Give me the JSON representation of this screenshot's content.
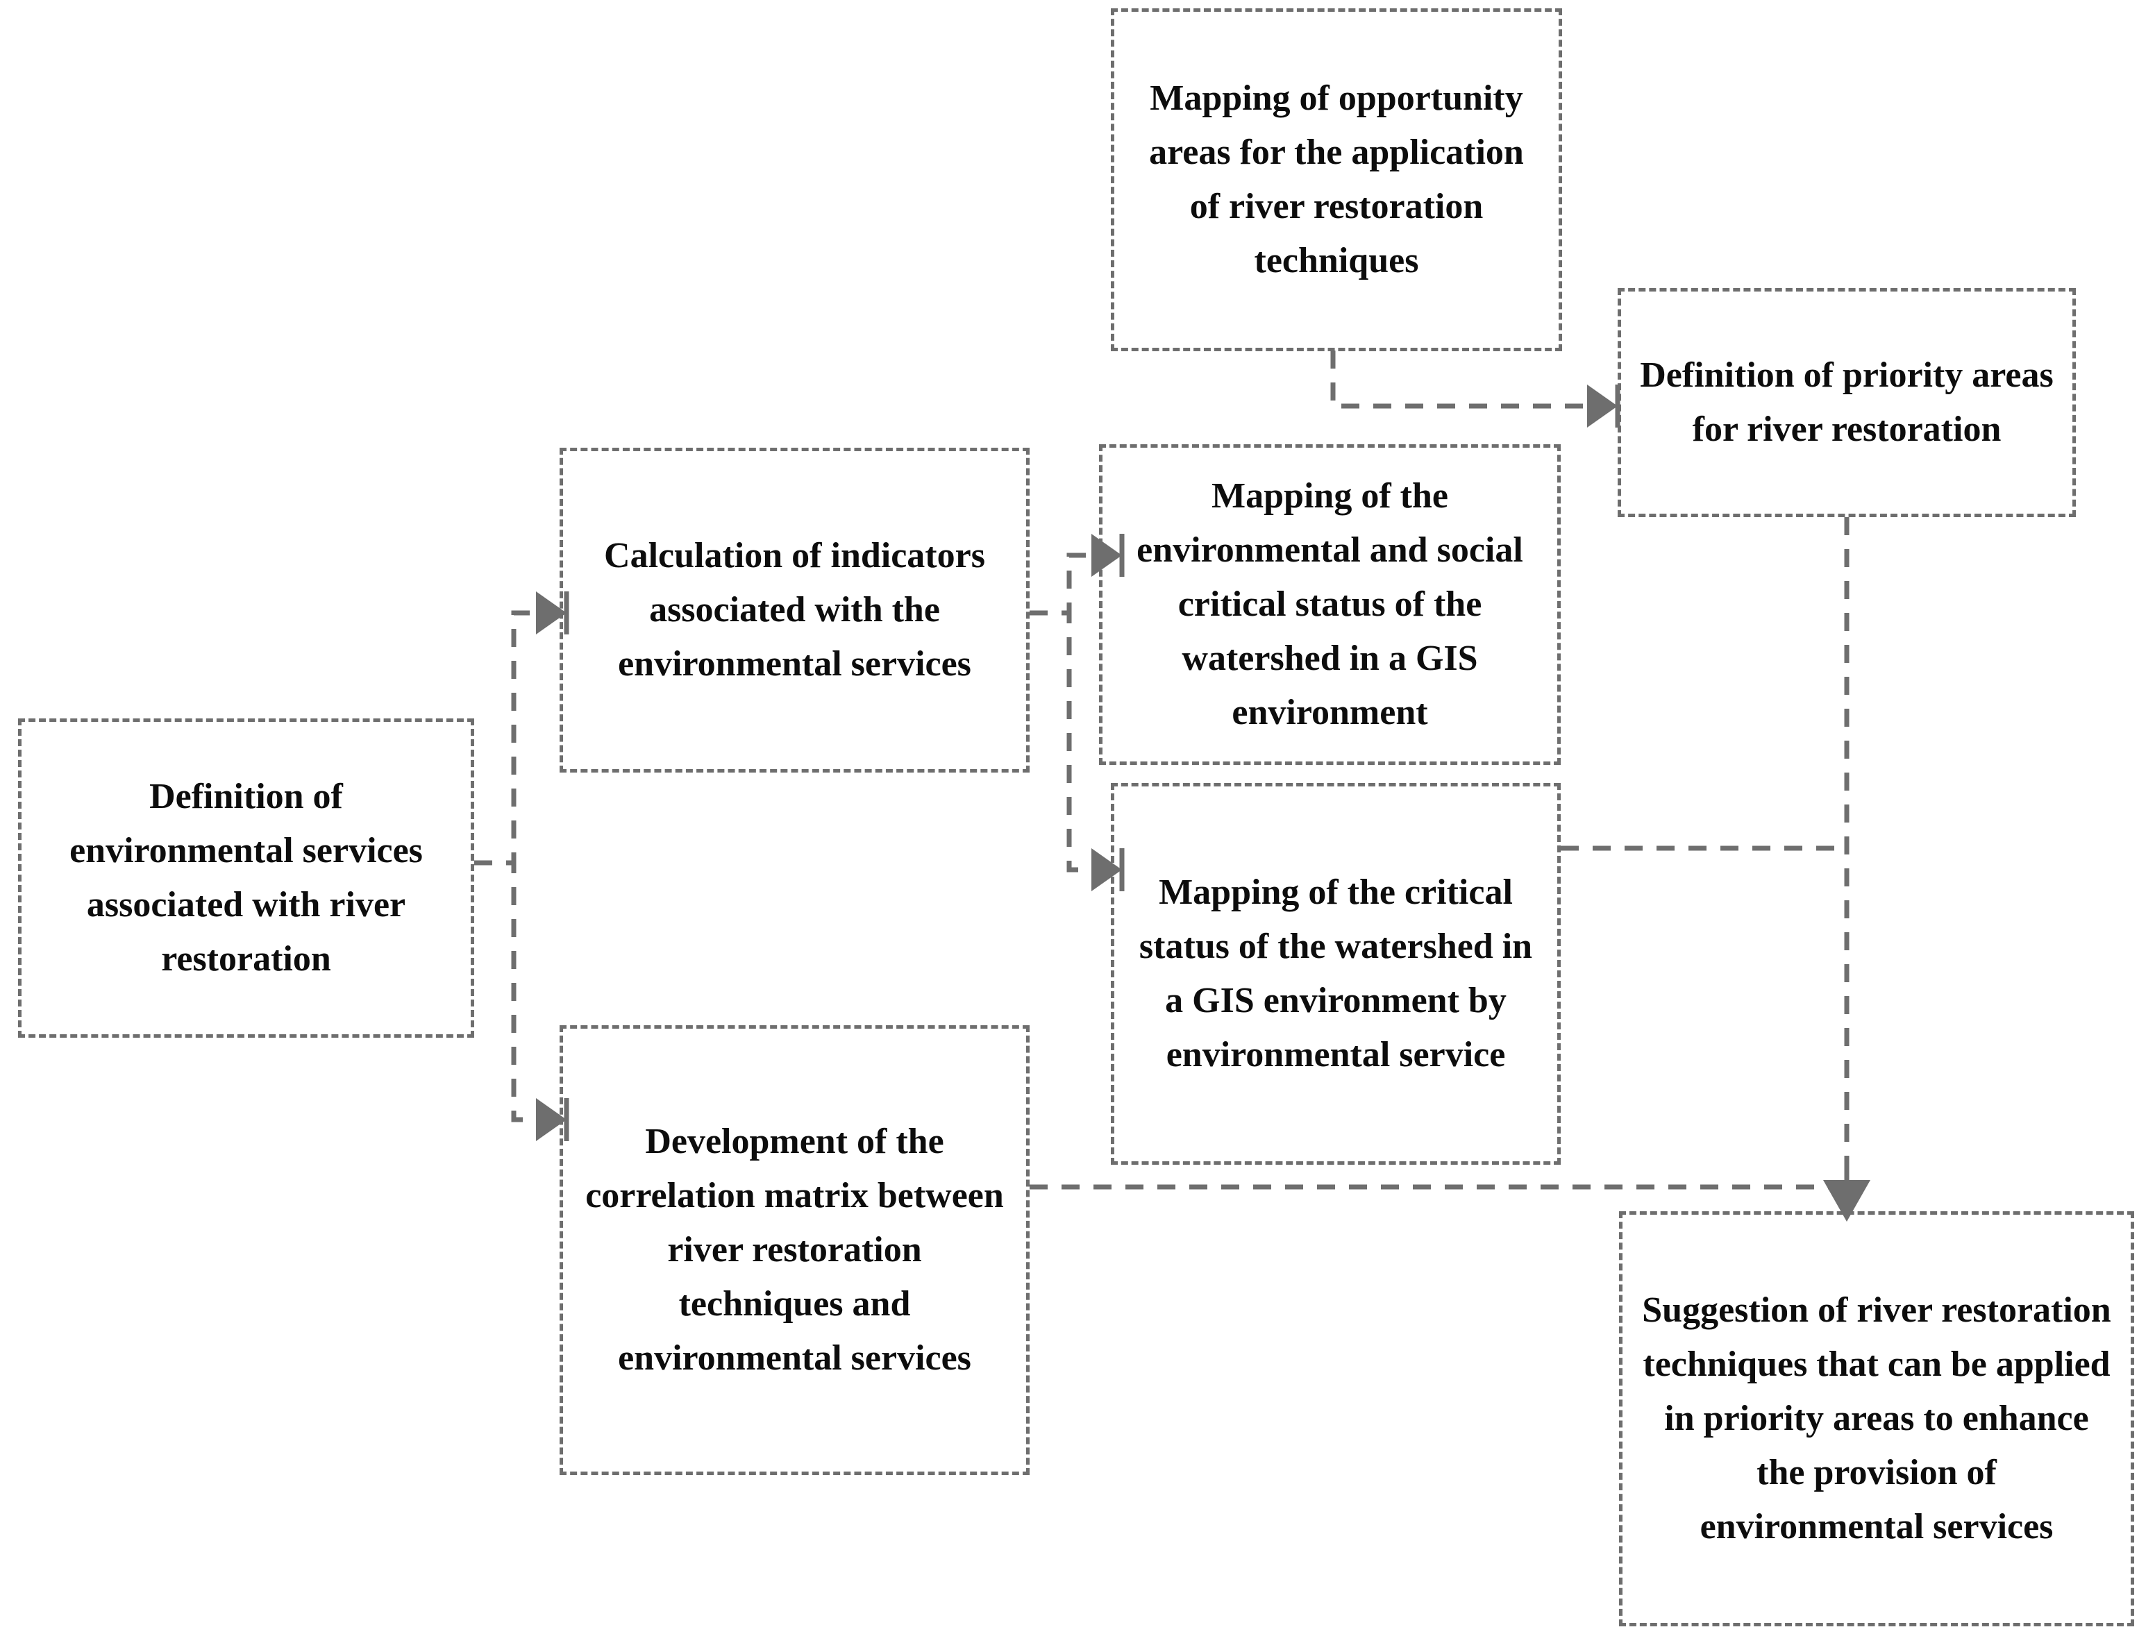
{
  "diagram": {
    "title": "River restoration methodology flowchart",
    "style": {
      "box_border": "#6e6e6e",
      "box_border_style": "dashed",
      "connector_color": "#6e6e6e",
      "connector_style": "dashed",
      "text_color": "#0d0d0d",
      "background": "#ffffff"
    },
    "nodes": [
      {
        "id": "definition-environmental-services",
        "label": "Definition of environmental services associated with river restoration"
      },
      {
        "id": "calculation-indicators",
        "label": "Calculation of indicators associated with the environmental services"
      },
      {
        "id": "development-correlation-matrix",
        "label": "Development of the correlation matrix between river restoration techniques and environmental services"
      },
      {
        "id": "mapping-opportunity-areas",
        "label": "Mapping of opportunity areas for the application of river restoration techniques"
      },
      {
        "id": "mapping-env-social-critical-status",
        "label": "Mapping of the environmental and social critical status of the watershed in a GIS environment"
      },
      {
        "id": "mapping-critical-status-by-service",
        "label": "Mapping of the critical status of the watershed in a GIS environment by environmental service"
      },
      {
        "id": "definition-priority-areas",
        "label": "Definition of priority areas for river restoration"
      },
      {
        "id": "suggestion-restoration-techniques",
        "label": "Suggestion of river restoration techniques that can be applied in priority areas to enhance the provision of environmental services"
      }
    ],
    "edges": [
      {
        "id": "edge-definition-to-calculation",
        "from": "definition-environmental-services",
        "to": "calculation-indicators",
        "arrow": "right"
      },
      {
        "id": "edge-definition-to-correlation",
        "from": "definition-environmental-services",
        "to": "development-correlation-matrix",
        "arrow": "right"
      },
      {
        "id": "edge-calculation-to-env-social-mapping",
        "from": "calculation-indicators",
        "to": "mapping-env-social-critical-status",
        "arrow": "right"
      },
      {
        "id": "edge-calculation-to-critical-by-service",
        "from": "calculation-indicators",
        "to": "mapping-critical-status-by-service",
        "arrow": "right"
      },
      {
        "id": "edge-opportunity-to-priority-areas",
        "from": "mapping-opportunity-areas",
        "to": "definition-priority-areas",
        "arrow": "right"
      },
      {
        "id": "edge-critical-by-service-to-suggestion",
        "from": "mapping-critical-status-by-service",
        "to": "suggestion-restoration-techniques",
        "arrow": "none"
      },
      {
        "id": "edge-correlation-to-suggestion",
        "from": "development-correlation-matrix",
        "to": "suggestion-restoration-techniques",
        "arrow": "none"
      },
      {
        "id": "edge-priority-areas-to-suggestion",
        "from": "definition-priority-areas",
        "to": "suggestion-restoration-techniques",
        "arrow": "down"
      }
    ]
  }
}
